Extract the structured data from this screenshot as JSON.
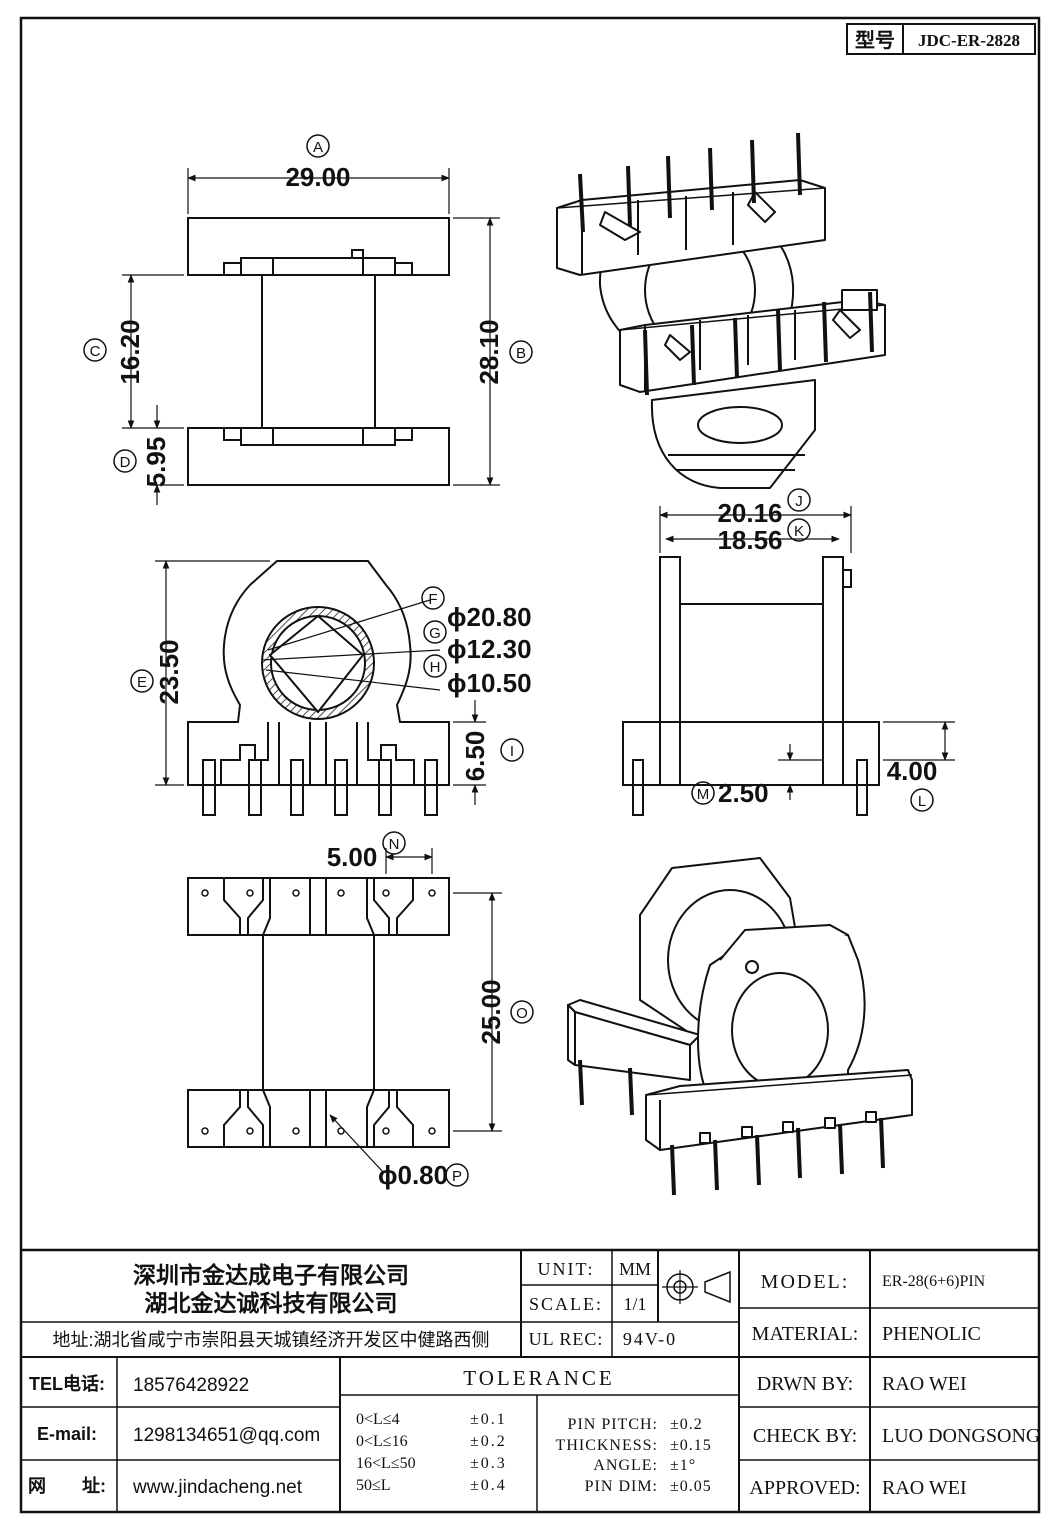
{
  "model_box": {
    "label": "型号",
    "value": "JDC-ER-2828"
  },
  "dims": {
    "A": {
      "tag": "A",
      "value": "29.00"
    },
    "B": {
      "tag": "B",
      "value": "28.10"
    },
    "C": {
      "tag": "C",
      "value": "16.20"
    },
    "D": {
      "tag": "D",
      "value": "5.95"
    },
    "E": {
      "tag": "E",
      "value": "23.50"
    },
    "F": {
      "tag": "F",
      "value": "ϕ20.80"
    },
    "G": {
      "tag": "G",
      "value": "ϕ12.30"
    },
    "H": {
      "tag": "H",
      "value": "ϕ10.50"
    },
    "I": {
      "tag": "I",
      "value": "6.50"
    },
    "J": {
      "tag": "J",
      "value": "20.16"
    },
    "K": {
      "tag": "K",
      "value": "18.56"
    },
    "L": {
      "tag": "L",
      "value": "4.00"
    },
    "M": {
      "tag": "M",
      "value": "2.50"
    },
    "N": {
      "tag": "N",
      "value": "5.00"
    },
    "O": {
      "tag": "O",
      "value": "25.00"
    },
    "P": {
      "tag": "P",
      "value": "ϕ0.80"
    }
  },
  "company": {
    "name1": "深圳市金达成电子有限公司",
    "name2": "湖北金达诚科技有限公司",
    "address": "地址:湖北省咸宁市崇阳县天城镇经济开发区中健路西侧"
  },
  "contact": {
    "tel_label": "TEL电话:",
    "tel": "18576428922",
    "email_label": "E-mail:",
    "email": "1298134651@qq.com",
    "web_label": "网　　址:",
    "web": "www.jindacheng.net"
  },
  "spec": {
    "unit_label": "UNIT:",
    "unit": "MM",
    "scale_label": "SCALE:",
    "scale": "1/1",
    "ulrec_label": "UL REC:",
    "ulrec": "94V-0"
  },
  "tolerance": {
    "title": "TOLERANCE",
    "rows": [
      {
        "range": "0<L≤4",
        "tol": "±0.1"
      },
      {
        "range": "0<L≤16",
        "tol": "±0.2"
      },
      {
        "range": "16<L≤50",
        "tol": "±0.3"
      },
      {
        "range": "50≤L",
        "tol": "±0.4"
      }
    ],
    "pin": [
      {
        "label": "PIN PITCH:",
        "tol": "±0.2"
      },
      {
        "label": "THICKNESS:",
        "tol": "±0.15"
      },
      {
        "label": "ANGLE:",
        "tol": "±1°"
      },
      {
        "label": "PIN DIM:",
        "tol": "±0.05"
      }
    ]
  },
  "info": {
    "model_label": "MODEL:",
    "model": "ER-28(6+6)PIN",
    "material_label": "MATERIAL:",
    "material": "PHENOLIC",
    "drawn_label": "DRWN BY:",
    "drawn": "RAO WEI",
    "check_label": "CHECK BY:",
    "check": "LUO DONGSONG",
    "approved_label": "APPROVED:",
    "approved": "RAO WEI"
  }
}
